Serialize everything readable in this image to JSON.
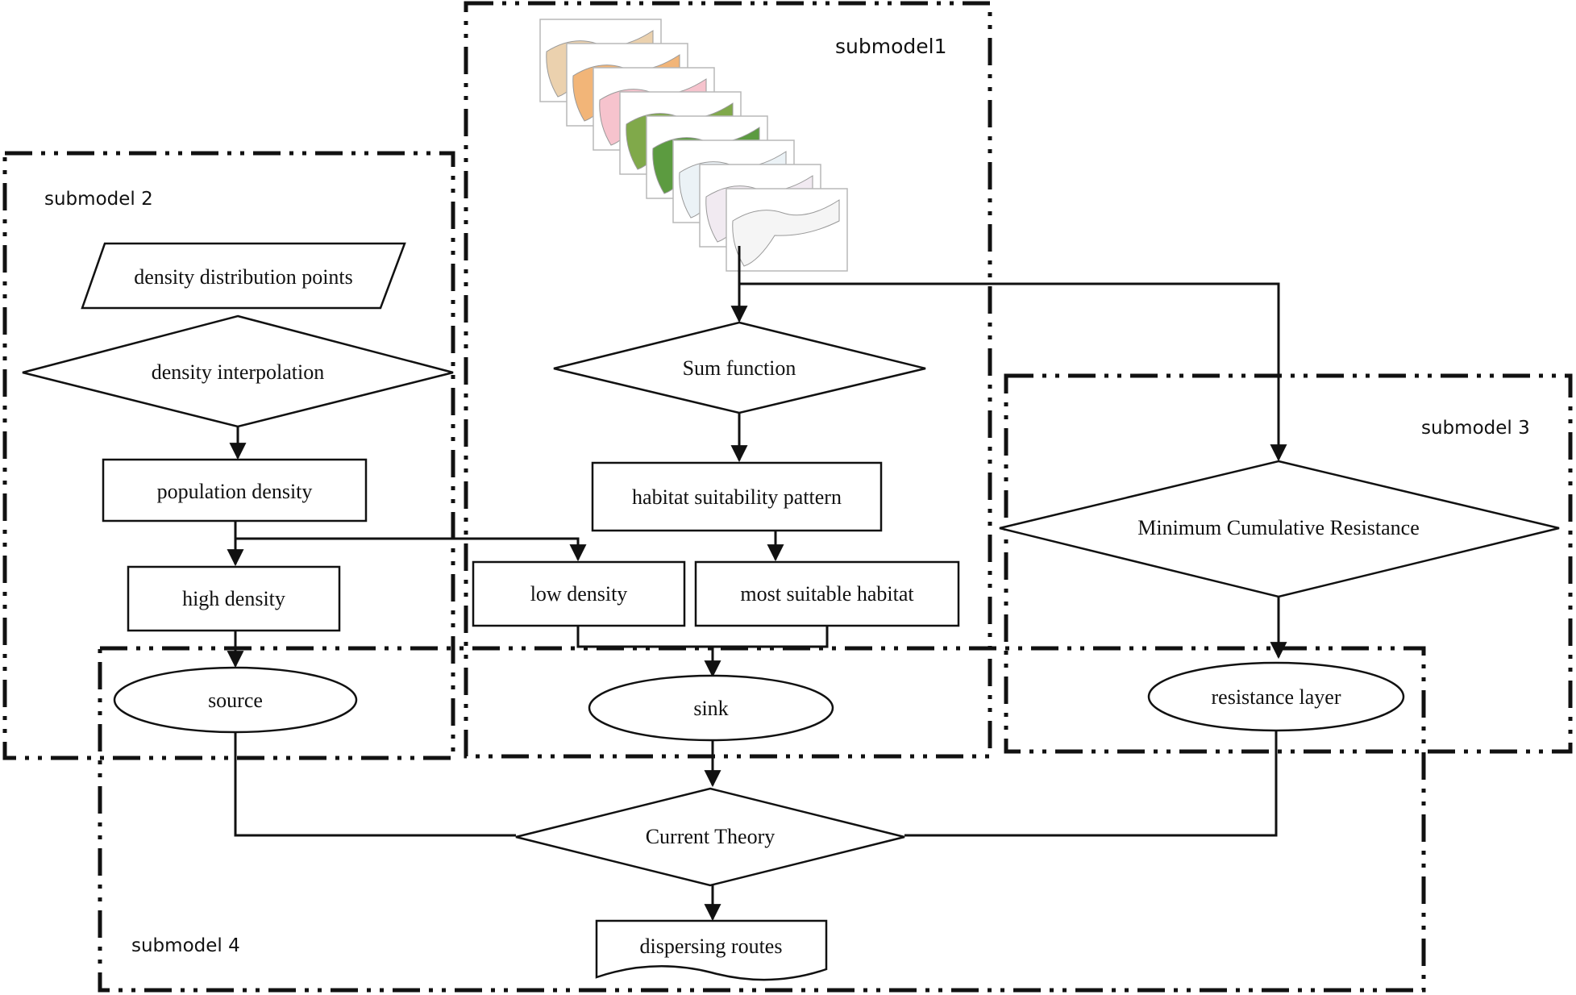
{
  "submodels": {
    "s1": "submodel1",
    "s2": "submodel 2",
    "s3": "submodel 3",
    "s4": "submodel 4"
  },
  "nodes": {
    "density_points": "density distribution points",
    "density_interpolation": "density interpolation",
    "population_density": "population density",
    "high_density": "high density",
    "source": "source",
    "sum_function": "Sum function",
    "habitat_pattern": "habitat suitability pattern",
    "low_density": "low density",
    "most_suitable": "most suitable habitat",
    "sink": "sink",
    "mcr": "Minimum Cumulative Resistance",
    "resistance_layer": "resistance layer",
    "current_theory": "Current Theory",
    "dispersing_routes": "dispersing routes"
  },
  "map_stack": {
    "layer_colors": [
      "#e8c9a0",
      "#f0a860",
      "#f4b8c4",
      "#6a9a2a",
      "#3f8a1f",
      "#c7d9e6",
      "#d8c3d6",
      "#e3e3e3"
    ]
  }
}
